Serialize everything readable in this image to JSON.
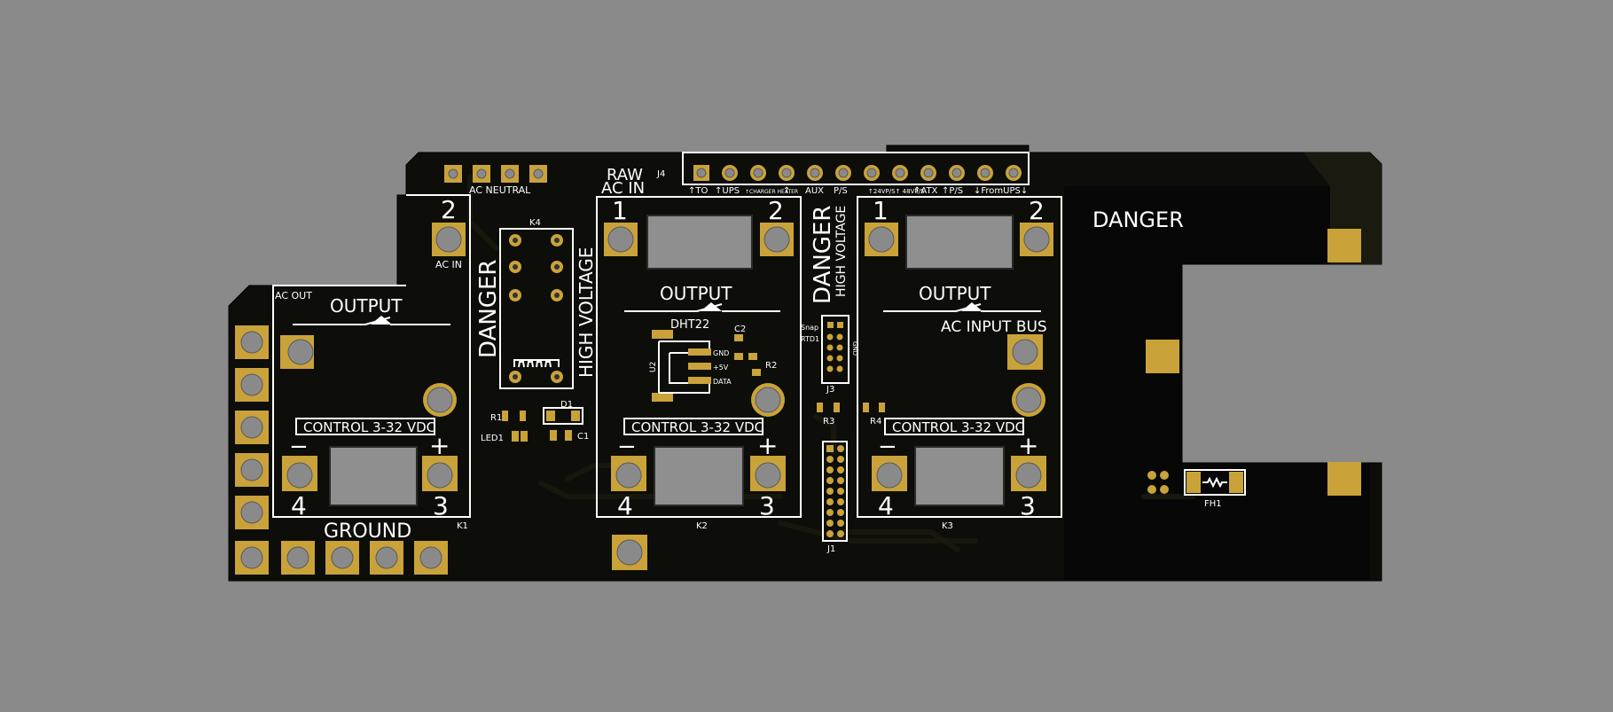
{
  "colors": {
    "background": "#8a8a8a",
    "board": "#0d0d0a",
    "copper": "#c9a23a",
    "silk": "#ffffff"
  },
  "board": {
    "danger_big": "DANGER",
    "high_voltage": "HIGH VOLTAGE",
    "ac_neutral": "AC NEUTRAL",
    "ac_in": "AC IN",
    "ac_out": "AC OUT",
    "raw_ac_in": [
      "RAW",
      "AC IN"
    ],
    "ground": "GROUND",
    "ac_input_bus": "AC INPUT BUS",
    "dht22": "DHT22",
    "dht_pins": [
      "GND",
      "+5V",
      "DATA"
    ],
    "snap_label": [
      "Snap",
      "RTD1"
    ],
    "gnd_small": "GND",
    "fh1": "FH1",
    "j4_label": "J4",
    "j4_legend": [
      "↑TO",
      "↑UPS",
      "↑CHARGER HEATER",
      "↑",
      "AUX",
      "P/S",
      "↑24VP/S↑ 48VP/S",
      "↑ATX",
      "↑P/S",
      "↓FromUPS↓"
    ]
  },
  "relays": [
    {
      "ref": "K1",
      "output": "OUTPUT",
      "control": "CONTROL 3-32 VDC",
      "pins": {
        "p2": "2",
        "p3": "3",
        "p4": "4"
      },
      "minus": "−",
      "plus": "+"
    },
    {
      "ref": "K2",
      "output": "OUTPUT",
      "control": "CONTROL 3-32 VDC",
      "pins": {
        "p1": "1",
        "p2": "2",
        "p3": "3",
        "p4": "4"
      },
      "minus": "−",
      "plus": "+"
    },
    {
      "ref": "K3",
      "output": "OUTPUT",
      "control": "CONTROL 3-32 VDC",
      "pins": {
        "p1": "1",
        "p2": "2",
        "p3": "3",
        "p4": "4"
      },
      "minus": "−",
      "plus": "+"
    }
  ],
  "refdes": {
    "k4": "K4",
    "r1": "R1",
    "d1": "D1",
    "led1": "LED1",
    "c1": "C1",
    "c2": "C2",
    "r2": "R2",
    "u2": "U2",
    "r3": "R3",
    "r4": "R4",
    "j3": "J3",
    "j1": "J1"
  }
}
